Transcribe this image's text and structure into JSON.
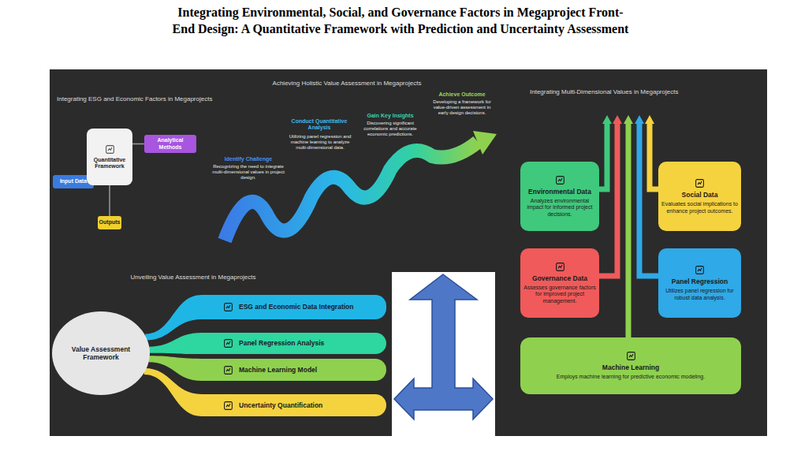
{
  "diagram": {
    "title": "Integrating Environmental, Social, and Governance Factors in Megaproject Front-End Design: A Quantitative Framework with Prediction and Uncertainty Assessment",
    "nodes": [
      {
        "text": [
          "Input Data"
        ]
      },
      {
        "text": [
          "Quantitative Framework"
        ]
      },
      {
        "text": [
          "Analytical Methods"
        ]
      },
      {
        "text": [
          "Outputs"
        ]
      },
      {
        "text": [
          "Environmental Data",
          "Analyzes environmental impact for informed project decisions."
        ]
      },
      {
        "text": [
          "Social Data",
          "Evaluates social implications to enhance project outcomes."
        ]
      },
      {
        "text": [
          "Governance Data",
          "Assesses governance factors for improved project management."
        ]
      },
      {
        "text": [
          "Panel Regression",
          "Utilizes panel regression for robust data analysis."
        ]
      },
      {
        "text": [
          "Machine Learning",
          "Employs machine learning for predictive economic modeling."
        ]
      },
      {
        "text": [
          "Value Assessment Framework"
        ]
      },
      {
        "text": [
          "ESG and Economic Data Integration"
        ]
      },
      {
        "text": [
          "Panel Regression Analysis"
        ]
      },
      {
        "text": [
          "Machine Learning Model"
        ]
      },
      {
        "text": [
          "Uncertainty Quantification"
        ]
      }
    ],
    "edges": [
      {
        "from": 0,
        "to": 1,
        "arrow": "none"
      },
      {
        "from": 1,
        "to": 2,
        "arrow": "none"
      },
      {
        "from": 1,
        "to": 3,
        "arrow": "none"
      },
      {
        "from": 9,
        "to": 10,
        "arrow": "none"
      },
      {
        "from": 9,
        "to": 11,
        "arrow": "none"
      },
      {
        "from": 9,
        "to": 12,
        "arrow": "none"
      },
      {
        "from": 9,
        "to": 13,
        "arrow": "none"
      }
    ],
    "labels": [
      "Integrating ESG and Economic Factors in Megaprojects",
      "Achieving Holistic Value Assessment in Megaprojects",
      "Identify Challenge",
      "Recognizing the need to integrate multi-dimensional values in project design.",
      "Conduct Quantitative Analysis",
      "Utilizing panel regression and machine learning to analyze multi-dimensional data.",
      "Gain Key Insights",
      "Discovering significant correlations and accurate economic predictions.",
      "Achieve Outcome",
      "Developing a framework for value-driven assessment in early design decisions.",
      "Unveiling Value Assessment in Megaprojects",
      "Integrating Multi-Dimensional Values in Megaprojects"
    ]
  }
}
